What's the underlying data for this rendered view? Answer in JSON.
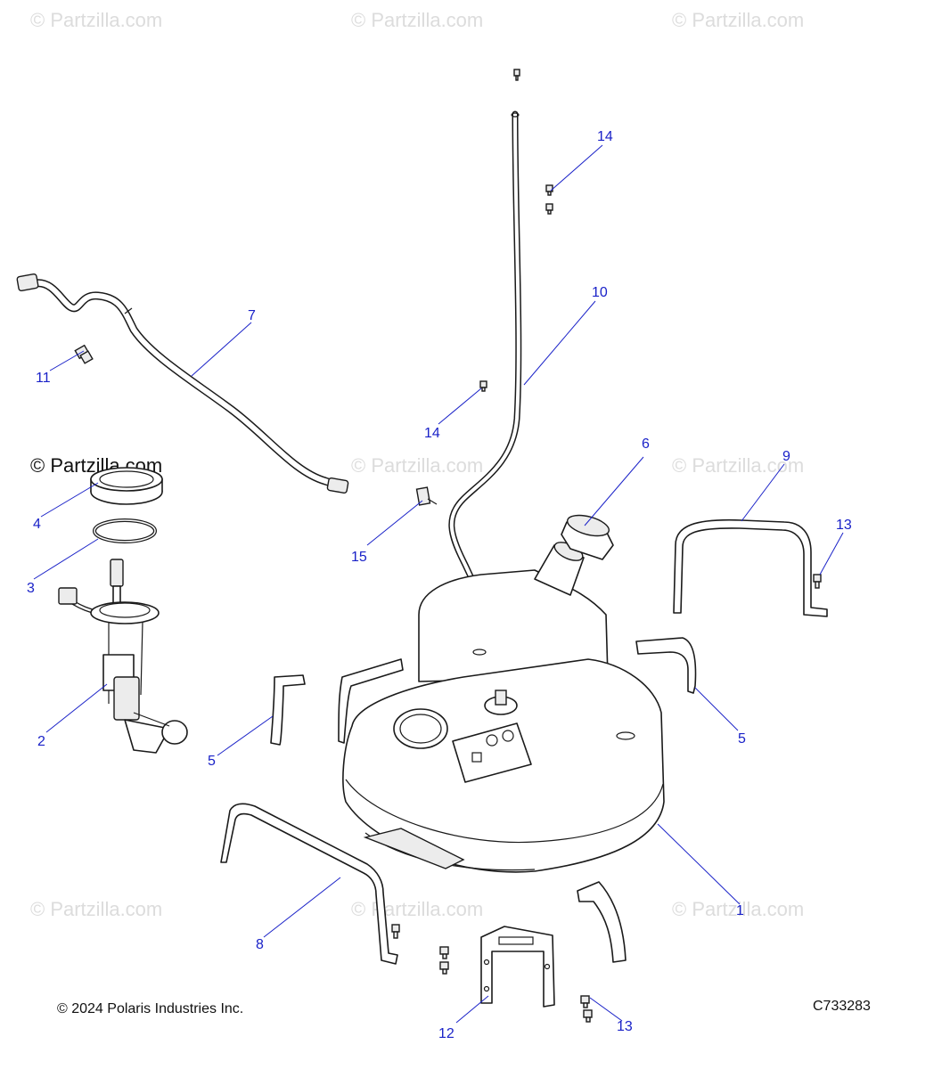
{
  "watermarks": [
    {
      "id": "wm-1",
      "text": "© Partzilla.com"
    },
    {
      "id": "wm-2",
      "text": "© Partzilla.com"
    },
    {
      "id": "wm-3",
      "text": "© Partzilla.com"
    },
    {
      "id": "wm-4",
      "text": "© Partzilla.com"
    },
    {
      "id": "wm-5",
      "text": "© Partzilla.com"
    },
    {
      "id": "wm-6",
      "text": "© Partzilla.com"
    },
    {
      "id": "wm-7",
      "text": "© Partzilla.com"
    },
    {
      "id": "wm-8",
      "text": "© Partzilla.com"
    },
    {
      "id": "wm-9",
      "text": "© Partzilla.com"
    }
  ],
  "callouts": {
    "c1": "1",
    "c2": "2",
    "c3": "3",
    "c4": "4",
    "c5a": "5",
    "c5b": "5",
    "c6": "6",
    "c7": "7",
    "c8": "8",
    "c9": "9",
    "c10": "10",
    "c11": "11",
    "c12": "12",
    "c13a": "13",
    "c13b": "13",
    "c14a": "14",
    "c14b": "14",
    "c15": "15"
  },
  "footer": {
    "copyright": "© 2024 Polaris Industries Inc.",
    "drawing_number": "C733283"
  }
}
